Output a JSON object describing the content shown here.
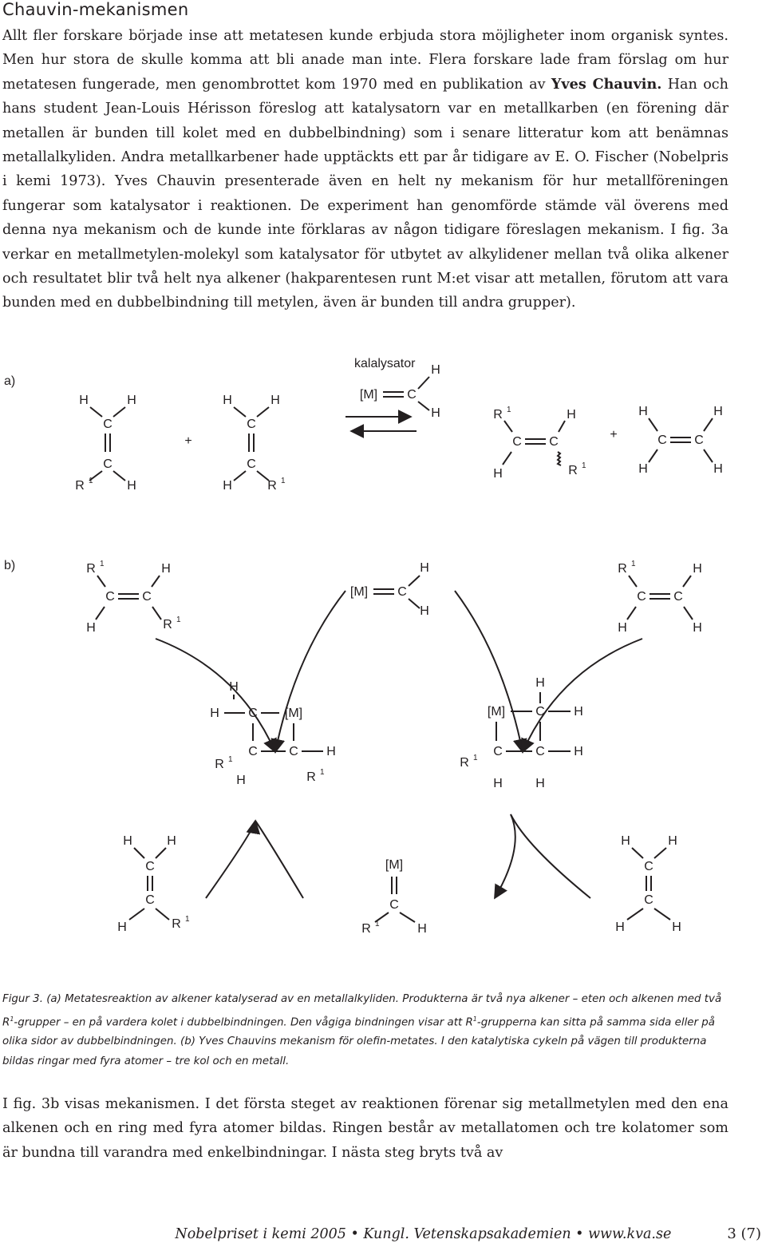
{
  "heading": "Chauvin-mekanismen",
  "intro": {
    "part1": "Allt fler forskare började inse att metatesen kunde erbjuda stora möjligheter inom organisk syntes. Men hur stora de skulle komma att bli anade man inte. Flera forskare lade fram förslag om hur metatesen fungerade, men genombrottet kom 1970 med en publikation av ",
    "name": "Yves Chauvin.",
    "part2": " Han och hans student Jean-Louis Hérisson föreslog att katalysatorn var en metallkarben (en förening där metallen är bunden till kolet med en dubbelbindning) som i senare litteratur kom att benämnas metallalkyliden. Andra metallkarbener hade upptäckts ett par år tidigare av E. O. Fischer (Nobelpris i kemi 1973). Yves Chauvin presenterade även en helt ny mekanism för hur metallföreningen fungerar som katalysator i reaktionen. De experiment han genomförde stämde väl överens med denna nya mekanism och de kunde inte förklaras av någon tidigare föreslagen mekanism. I fig. 3a verkar en metallmetylen-molekyl som katalysator för utbytet av alkylidener mellan två olika alkener och resultatet blir två helt nya alkener (hakparentesen runt M:et visar att metallen, förutom att vara bunden med en dubbelbindning till metylen, även är bunden till andra grupper)."
  },
  "figure": {
    "panel_a_label": "a)",
    "panel_b_label": "b)",
    "catalyst_label": "kalalysator",
    "atoms": {
      "H": "H",
      "C": "C",
      "R": "R",
      "sup1": "1",
      "M": "[M]",
      "plus": "+"
    }
  },
  "caption": {
    "part1": "Figur 3. (a) Metatesreaktion av alkener katalyserad av en metallalkyliden. Produkterna är två nya alkener – eten och alkenen med två R",
    "sup1": "1",
    "part2": "-grupper – en på vardera kolet i dubbelbindningen. Den vågiga bindningen visar att R",
    "sup2": "1",
    "part3": "-grupperna kan sitta på samma sida eller på olika sidor av dubbelbindningen. (b) Yves Chauvins mekanism för olefin-metates. I den katalytiska cykeln på vägen till produkterna bildas ringar med fyra atomer – tre kol och en metall."
  },
  "after_text": "I fig. 3b visas mekanismen. I det första steget av reaktionen förenar sig metallmetylen med den ena alkenen och en ring med fyra atomer bildas. Ringen består av metallatomen och tre kolatomer som är bundna till varandra med enkelbindningar. I nästa steg bryts två av",
  "footer": {
    "text": "Nobelpriset i kemi 2005 • Kungl. Vetenskapsakademien • www.kva.se",
    "page": "3 (7)"
  }
}
